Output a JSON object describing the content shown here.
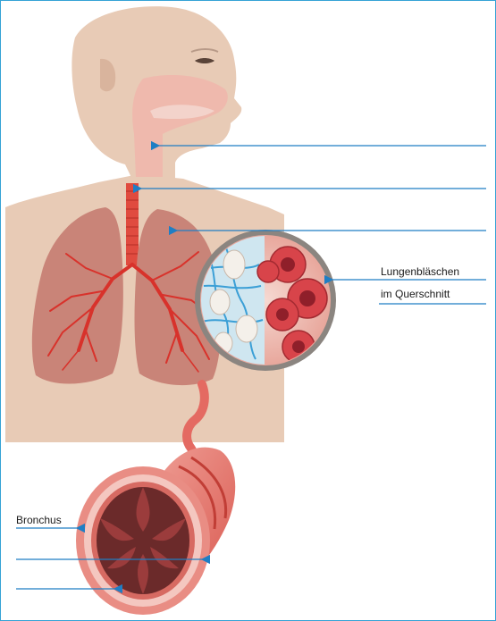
{
  "labels": {
    "lungenblaeschen_line1": "Lungenbläschen",
    "lungenblaeschen_line2": "im Querschnitt",
    "bronchus": "Bronchus"
  },
  "colors": {
    "frame_border": "#35a3d6",
    "skin": "#e8cbb6",
    "skin_shadow": "#d9b49d",
    "lung": "#c98478",
    "lung_dark": "#b96a5f",
    "vessel": "#d8322b",
    "trachea": "#e04b3f",
    "arrow": "#1f7ec4",
    "bronchus_outer": "#e46a62",
    "bronchus_inner": "#6b2a2a"
  },
  "icons": {
    "arrow_head": "arrow-left-icon",
    "magnifier_circle": "zoom-circle-icon"
  }
}
